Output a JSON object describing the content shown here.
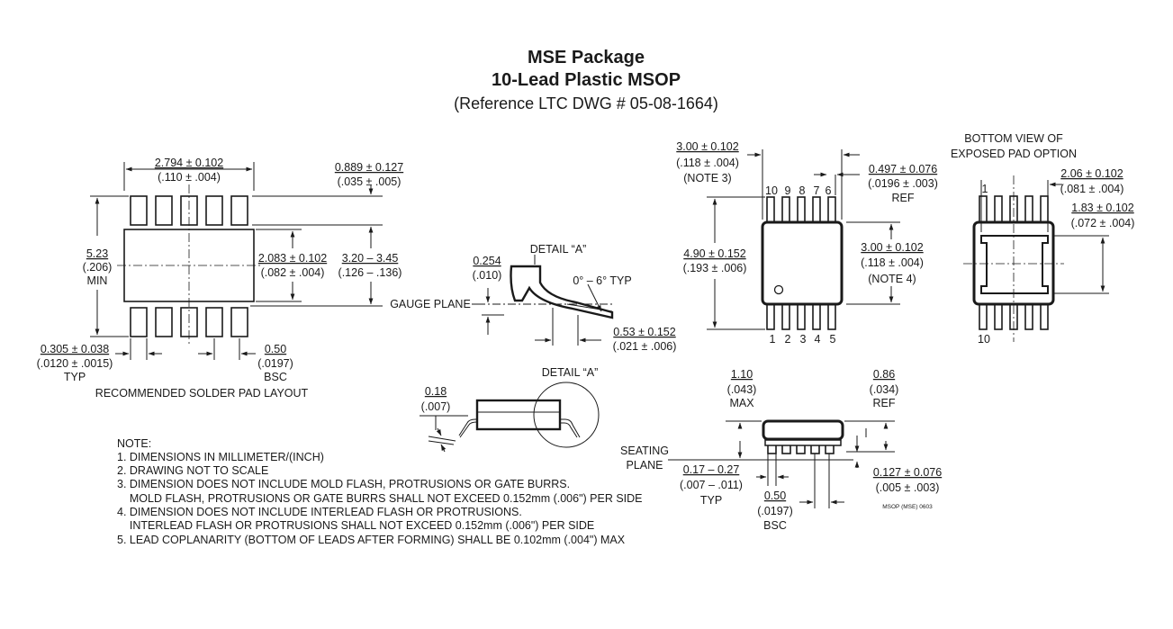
{
  "title": {
    "line1": "MSE Package",
    "line2": "10-Lead Plastic MSOP",
    "line3": "(Reference LTC DWG # 05-08-1664)"
  },
  "solder_pad_layout": {
    "caption": "RECOMMENDED SOLDER PAD LAYOUT",
    "pad_width_mm": "2.794 ± 0.102",
    "pad_width_in": "(.110 ± .004)",
    "pad_length_mm": "0.889 ± 0.127",
    "pad_length_in": "(.035 ± .005)",
    "height_mm": "5.23",
    "height_in": "(.206)",
    "height_note": "MIN",
    "center_pad_mm": "2.083 ± 0.102",
    "center_pad_in": "(.082 ± .004)",
    "span_mm": "3.20 – 3.45",
    "span_in": "(.126 – .136)",
    "pad_pitch_w_mm": "0.305 ± 0.038",
    "pad_pitch_w_in": "(.0120 ± .0015)",
    "pad_pitch_w_note": "TYP",
    "pitch_mm": "0.50",
    "pitch_in": "(.0197)",
    "pitch_note": "BSC"
  },
  "detail_a": {
    "label": "DETAIL “A”",
    "height_mm": "0.254",
    "height_in": "(.010)",
    "angle": "0° – 6° TYP",
    "gauge_plane": "GAUGE PLANE",
    "foot_mm": "0.53 ± 0.152",
    "foot_in": "(.021 ± .006)"
  },
  "side_view": {
    "detail_label": "DETAIL “A”",
    "thick_mm": "0.18",
    "thick_in": "(.007)"
  },
  "top_view": {
    "width_mm": "3.00 ± 0.102",
    "width_in": "(.118 ± .004)",
    "width_note": "(NOTE 3)",
    "lead_w_mm": "0.497 ± 0.076",
    "lead_w_in": "(.0196 ± .003)",
    "lead_w_note": "REF",
    "overall_mm": "4.90 ± 0.152",
    "overall_in": "(.193 ± .006)",
    "body_mm": "3.00 ± 0.102",
    "body_in": "(.118 ± .004)",
    "body_note": "(NOTE 4)",
    "top_pins": [
      "10",
      "9",
      "8",
      "7",
      "6"
    ],
    "bottom_pins": [
      "1",
      "2",
      "3",
      "4",
      "5"
    ]
  },
  "bottom_view": {
    "title1": "BOTTOM VIEW OF",
    "title2": "EXPOSED PAD OPTION",
    "pad_w_mm": "2.06 ± 0.102",
    "pad_w_in": "(.081 ± .004)",
    "pad_h_mm": "1.83 ± 0.102",
    "pad_h_in": "(.072 ± .004)",
    "pin1": "1",
    "pin10": "10"
  },
  "profile_view": {
    "max_h_mm": "1.10",
    "max_h_in": "(.043)",
    "max_h_note": "MAX",
    "ref_mm": "0.86",
    "ref_in": "(.034)",
    "ref_note": "REF",
    "seating1": "SEATING",
    "seating2": "PLANE",
    "lead_w_mm": "0.17 – 0.27",
    "lead_w_in": "(.007 – .011)",
    "lead_w_note": "TYP",
    "standoff_mm": "0.127 ± 0.076",
    "standoff_in": "(.005 ± .003)",
    "pitch_mm": "0.50",
    "pitch_in": "(.0197)",
    "pitch_note": "BSC",
    "stamp": "MSOP (MSE) 0603"
  },
  "notes": {
    "heading": "NOTE:",
    "items": [
      "1. DIMENSIONS IN MILLIMETER/(INCH)",
      "2. DRAWING NOT TO SCALE",
      "3. DIMENSION DOES NOT INCLUDE MOLD FLASH, PROTRUSIONS OR GATE BURRS.",
      "    MOLD FLASH, PROTRUSIONS OR GATE BURRS SHALL NOT EXCEED 0.152mm (.006\") PER SIDE",
      "4. DIMENSION DOES NOT INCLUDE INTERLEAD FLASH OR PROTRUSIONS.",
      "    INTERLEAD FLASH OR PROTRUSIONS SHALL NOT EXCEED 0.152mm (.006\") PER SIDE",
      "5. LEAD COPLANARITY (BOTTOM OF LEADS AFTER FORMING) SHALL BE 0.102mm (.004\") MAX"
    ]
  }
}
